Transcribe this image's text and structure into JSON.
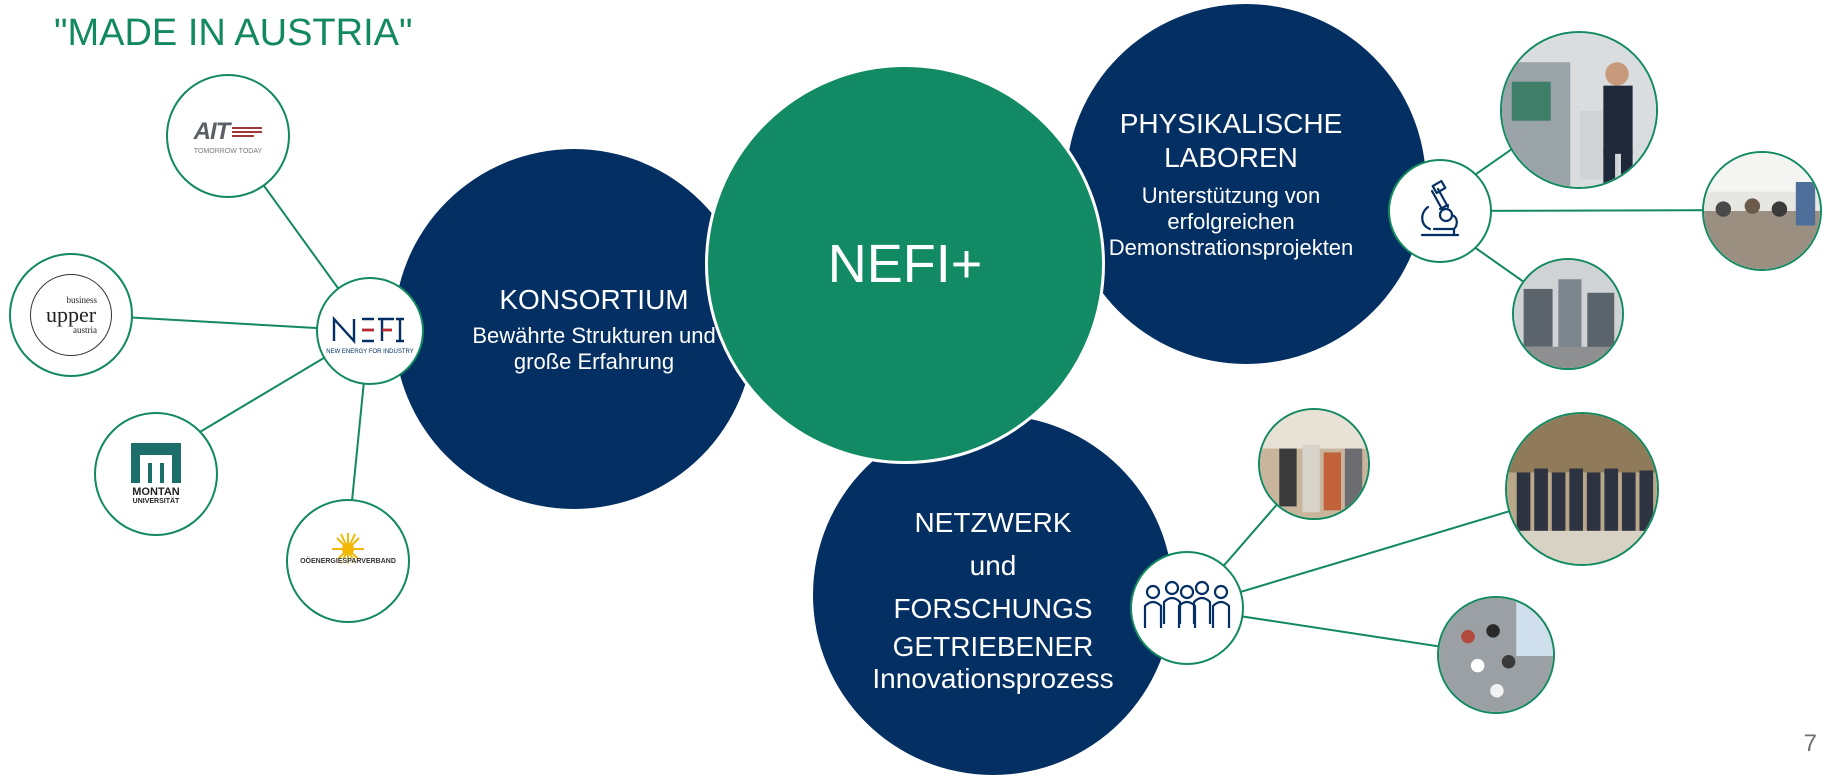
{
  "header": {
    "title": "\"MADE IN AUSTRIA\""
  },
  "page_number": "7",
  "center": {
    "label": "NEFI+"
  },
  "consortium": {
    "title": "KONSORTIUM",
    "subtitle_lines": [
      "Bewährte Strukturen und",
      "große Erfahrung"
    ]
  },
  "labs": {
    "title_lines": [
      "PHYSIKALISCHE",
      "LABOREN"
    ],
    "subtitle_lines": [
      "Unterstützung von",
      "erfolgreichen",
      "Demonstrationsprojekten"
    ]
  },
  "network": {
    "lines": [
      "NETZWERK",
      "und",
      "FORSCHUNGS",
      "GETRIEBENER"
    ],
    "last_line": "Innovationsprozess"
  },
  "logos": {
    "nefi": {
      "wordmark": "NEFI",
      "tagline": "NEW ENERGY FOR INDUSTRY"
    },
    "ait": {
      "wordmark": "AIT",
      "tagline": "TOMORROW TODAY"
    },
    "business_upper_austria": {
      "top": "business",
      "main": "upper",
      "bottom": "austria"
    },
    "montan": {
      "line1": "MONTAN",
      "line2": "UNIVERSITÄT"
    },
    "energiesparverband": {
      "label": "OÖENERGIESPARVERBAND"
    }
  },
  "icons": {
    "microscope": "microscope-icon",
    "people": "people-group-icon"
  },
  "colors": {
    "navy": "#032f63",
    "green": "#128a64",
    "title_green": "#12895f"
  }
}
